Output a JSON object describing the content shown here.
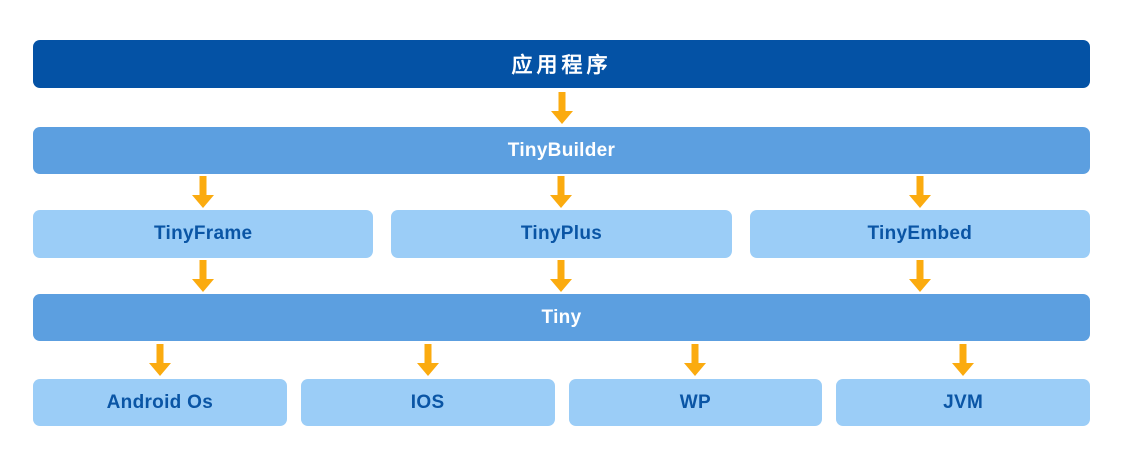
{
  "colors": {
    "dark_blue": "#0452A5",
    "medium_blue": "#5C9FE0",
    "light_blue": "#9BCDF7",
    "arrow_orange": "#FBAB0F",
    "dark_text": "#0A55A5",
    "light_text": "#FFFFFF",
    "background": "#FFFFFF"
  },
  "diagram": {
    "level1": {
      "label": "应用程序"
    },
    "level2": {
      "label": "TinyBuilder"
    },
    "level3": {
      "items": [
        {
          "label": "TinyFrame"
        },
        {
          "label": "TinyPlus"
        },
        {
          "label": "TinyEmbed"
        }
      ]
    },
    "level4": {
      "label": "Tiny"
    },
    "level5": {
      "items": [
        {
          "label": "Android Os"
        },
        {
          "label": "IOS"
        },
        {
          "label": "WP"
        },
        {
          "label": "JVM"
        }
      ]
    }
  }
}
